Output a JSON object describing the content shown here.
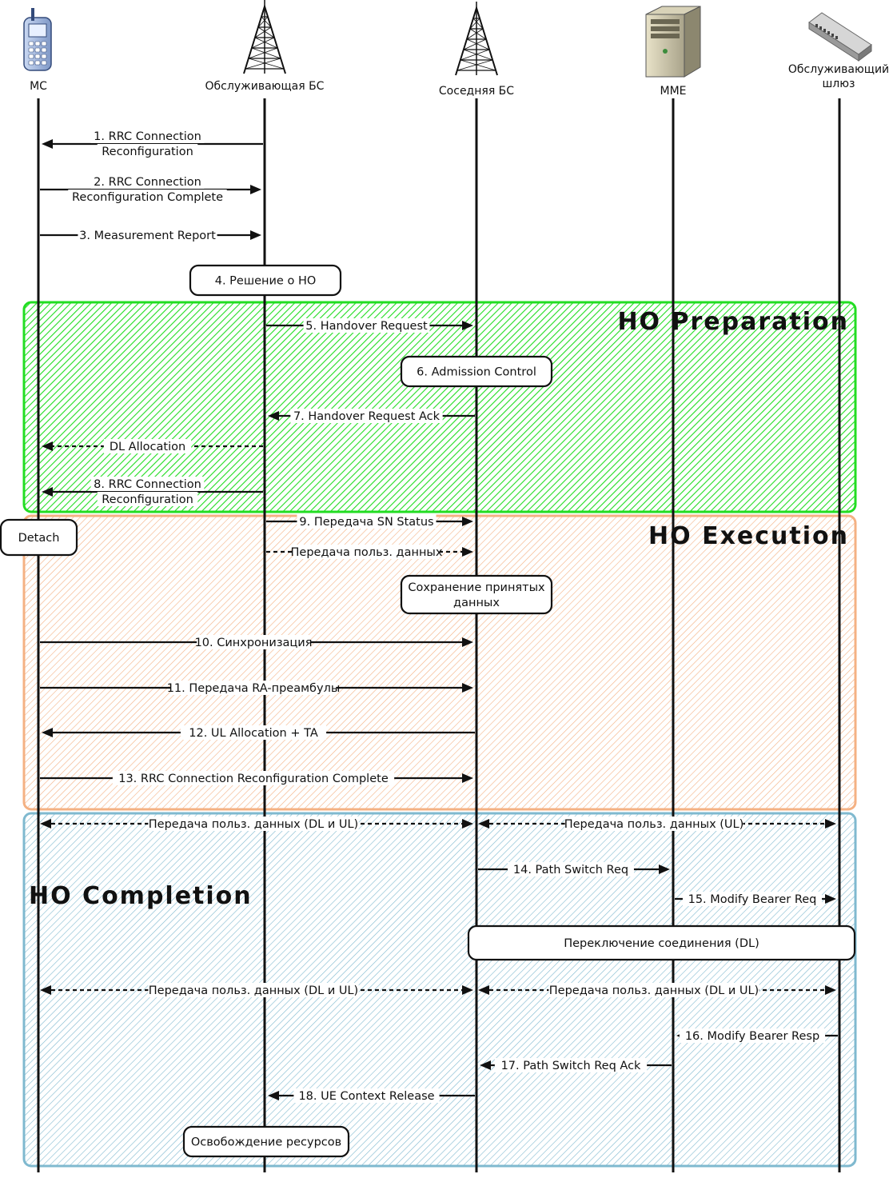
{
  "entities": [
    {
      "id": "ms",
      "label": "МС",
      "icon": "mobile-phone-icon"
    },
    {
      "id": "serving-bs",
      "label": "Обслуживающая БС",
      "icon": "antenna-tower-icon"
    },
    {
      "id": "neighbor-bs",
      "label": "Соседняя БС",
      "icon": "antenna-tower-icon"
    },
    {
      "id": "mme",
      "label": "MME",
      "icon": "server-icon"
    },
    {
      "id": "gateway",
      "label_lines": [
        "Обслуживающий",
        "шлюз"
      ],
      "icon": "network-switch-icon"
    }
  ],
  "phases": [
    {
      "id": "preparation",
      "title": "HO Preparation",
      "color": "#22dd22"
    },
    {
      "id": "execution",
      "title": "HO Execution",
      "color": "#f4b183"
    },
    {
      "id": "completion",
      "title": "HO Completion",
      "color": "#7fb9cf"
    }
  ],
  "messages": [
    {
      "from": "serving-bs",
      "to": "ms",
      "lines": [
        "1. RRC Connection",
        "Reconfiguration"
      ],
      "style": "solid"
    },
    {
      "from": "ms",
      "to": "serving-bs",
      "lines": [
        "2. RRC Connection",
        "Reconfiguration Complete"
      ],
      "style": "solid"
    },
    {
      "from": "ms",
      "to": "serving-bs",
      "lines": [
        "3. Measurement Report"
      ],
      "style": "solid"
    },
    {
      "from": "serving-bs",
      "to": "neighbor-bs",
      "lines": [
        "5. Handover Request"
      ],
      "style": "solid"
    },
    {
      "from": "neighbor-bs",
      "to": "serving-bs",
      "lines": [
        "7. Handover Request Ack"
      ],
      "style": "solid"
    },
    {
      "from": "serving-bs",
      "to": "ms",
      "lines": [
        "DL Allocation"
      ],
      "style": "dashed"
    },
    {
      "from": "serving-bs",
      "to": "ms",
      "lines": [
        "8. RRC Connection",
        "Reconfiguration"
      ],
      "style": "solid"
    },
    {
      "from": "serving-bs",
      "to": "neighbor-bs",
      "lines": [
        "9. Передача SN Status"
      ],
      "style": "solid"
    },
    {
      "from": "serving-bs",
      "to": "neighbor-bs",
      "lines": [
        "Передача польз. данных"
      ],
      "style": "dashed"
    },
    {
      "from": "ms",
      "to": "neighbor-bs",
      "lines": [
        "10. Синхронизация"
      ],
      "style": "solid"
    },
    {
      "from": "ms",
      "to": "neighbor-bs",
      "lines": [
        "11. Передача RA-преамбулы"
      ],
      "style": "solid"
    },
    {
      "from": "neighbor-bs",
      "to": "ms",
      "lines": [
        "12. UL Allocation + TA"
      ],
      "style": "solid"
    },
    {
      "from": "ms",
      "to": "neighbor-bs",
      "lines": [
        "13. RRC Connection Reconfiguration Complete"
      ],
      "style": "solid"
    },
    {
      "from": "ms",
      "to": "neighbor-bs",
      "lines": [
        "Передача польз. данных (DL и UL)"
      ],
      "style": "dashed",
      "bidirectional": true
    },
    {
      "from": "neighbor-bs",
      "to": "gateway",
      "lines": [
        "Передача польз. данных (UL)"
      ],
      "style": "dashed",
      "bidirectional": true
    },
    {
      "from": "neighbor-bs",
      "to": "mme",
      "lines": [
        "14. Path Switch Req"
      ],
      "style": "solid"
    },
    {
      "from": "mme",
      "to": "gateway",
      "lines": [
        "15. Modify Bearer Req"
      ],
      "style": "solid"
    },
    {
      "from": "ms",
      "to": "neighbor-bs",
      "lines": [
        "Передача польз. данных (DL и UL)"
      ],
      "style": "dashed",
      "bidirectional": true
    },
    {
      "from": "neighbor-bs",
      "to": "gateway",
      "lines": [
        "Передача польз. данных (DL и UL)"
      ],
      "style": "dashed",
      "bidirectional": true
    },
    {
      "from": "gateway",
      "to": "mme",
      "lines": [
        "16. Modify Bearer Resp"
      ],
      "style": "solid"
    },
    {
      "from": "mme",
      "to": "neighbor-bs",
      "lines": [
        "17. Path Switch Req Ack"
      ],
      "style": "solid"
    },
    {
      "from": "neighbor-bs",
      "to": "serving-bs",
      "lines": [
        "18. UE Context Release"
      ],
      "style": "solid"
    }
  ],
  "processes": [
    {
      "id": "ho-decision",
      "lines": [
        "4. Решение о HO"
      ]
    },
    {
      "id": "admission-control",
      "lines": [
        "6. Admission Control"
      ]
    },
    {
      "id": "detach",
      "lines": [
        "Detach"
      ]
    },
    {
      "id": "buffer-data",
      "lines": [
        "Сохранение принятых",
        "данных"
      ]
    },
    {
      "id": "path-switch-dl",
      "lines": [
        "Переключение соединения (DL)"
      ]
    },
    {
      "id": "release-resources",
      "lines": [
        "Освобождение ресурсов"
      ]
    }
  ]
}
